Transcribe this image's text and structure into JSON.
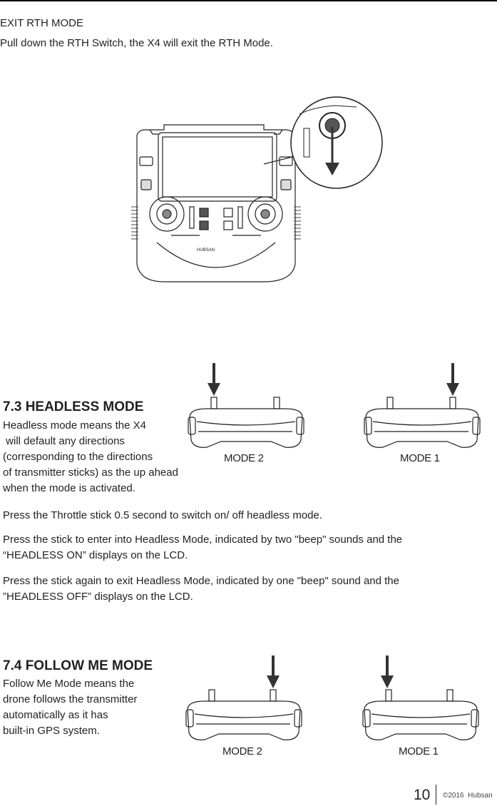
{
  "exit_rth": {
    "heading": "EXIT RTH MODE",
    "text": "Pull down the RTH Switch, the X4 will exit the RTH Mode."
  },
  "headless": {
    "heading": "7.3 HEADLESS MODE",
    "intro_lines": [
      "Headless mode means the X4",
      " will default any directions",
      "(corresponding to the directions",
      "of transmitter sticks) as the up ahead",
      "when the mode is activated."
    ],
    "para1": "Press the Throttle stick 0.5 second to switch on/ off headless mode.",
    "para2_lines": [
      "Press the stick to enter into Headless Mode, indicated by two \"beep\" sounds and the",
      "“HEADLESS ON” displays on the LCD."
    ],
    "para3_lines": [
      "Press the stick again to exit Headless Mode, indicated by one \"beep\" sound and the",
      "”HEADLESS OFF” displays on the LCD."
    ],
    "mode_left": "MODE 2",
    "mode_right": "MODE 1"
  },
  "follow_me": {
    "heading": "7.4 FOLLOW ME MODE",
    "intro_lines": [
      "Follow Me Mode means the",
      "drone follows the transmitter",
      "automatically as it has",
      "built-in GPS system."
    ],
    "mode_left": "MODE 2",
    "mode_right": "MODE 1"
  },
  "footer": {
    "page_number": "10",
    "copyright": "©2016  Hubsan"
  }
}
